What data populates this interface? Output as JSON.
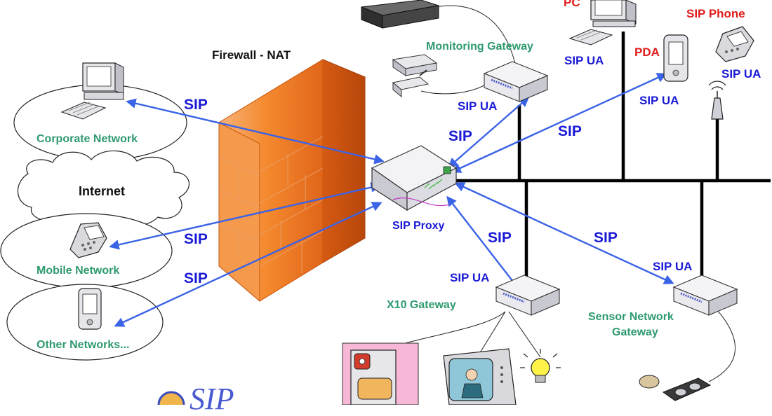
{
  "diagram": {
    "firewall_label": "Firewall - NAT",
    "internet_label": "Internet",
    "networks": {
      "corporate": "Corporate Network",
      "mobile": "Mobile Network",
      "other": "Other Networks..."
    },
    "proxy_label": "SIP Proxy",
    "gateways": {
      "monitoring": "Monitoring Gateway",
      "x10": "X10 Gateway",
      "sensor_line1": "Sensor Network",
      "sensor_line2": "Gateway"
    },
    "devices": {
      "pc": "PC",
      "pda": "PDA",
      "sip_phone": "SIP Phone"
    },
    "sip_ua": "SIP UA",
    "sip": "SIP",
    "logo_text": "SIP"
  },
  "colors": {
    "link_blue": "#3a63e6",
    "text_blue": "#1a1ad6",
    "text_green": "#2e9a6e",
    "text_red": "#e01b1b",
    "firewall_orange": "#f07a1e"
  }
}
